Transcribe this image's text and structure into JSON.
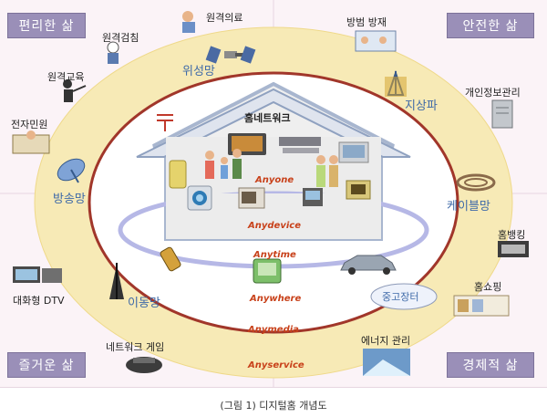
{
  "corners": {
    "top_left": "편리한 삶",
    "top_right": "안전한 삶",
    "bottom_left": "즐거운 삶",
    "bottom_right": "경제적 삶"
  },
  "services": {
    "remote_medical": "원격의료",
    "remote_checkup": "원격검침",
    "remote_education": "원격교육",
    "e_government": "전자민원",
    "crime_disaster": "방범 방재",
    "privacy": "개인정보관리",
    "home_banking": "홈뱅킹",
    "home_shopping": "홈쇼핑",
    "energy": "에너지 관리",
    "interactive_dtv": "대화형 DTV",
    "network_game": "네트워크 게임",
    "used_market": "중고장터"
  },
  "networks": {
    "satellite": "위성망",
    "terrestrial": "지상파",
    "broadcast": "방송망",
    "cable": "케이블망",
    "mobile": "이동망"
  },
  "house": {
    "title": "홈네트워크"
  },
  "any_labels": {
    "anyone": "Anyone",
    "anydevice": "Anydevice",
    "anytime": "Anytime",
    "anywhere": "Anywhere",
    "anymedia": "Anymedia",
    "anyservice": "Anyservice"
  },
  "caption": "(그림 1) 디지털홈 개념도",
  "colors": {
    "corner_bg": "#9a8fb8",
    "outer_ring": "#f7eab6",
    "inner_ring": "#a1362a",
    "any_text": "#c8411a",
    "network_text": "#3f6aa8"
  }
}
